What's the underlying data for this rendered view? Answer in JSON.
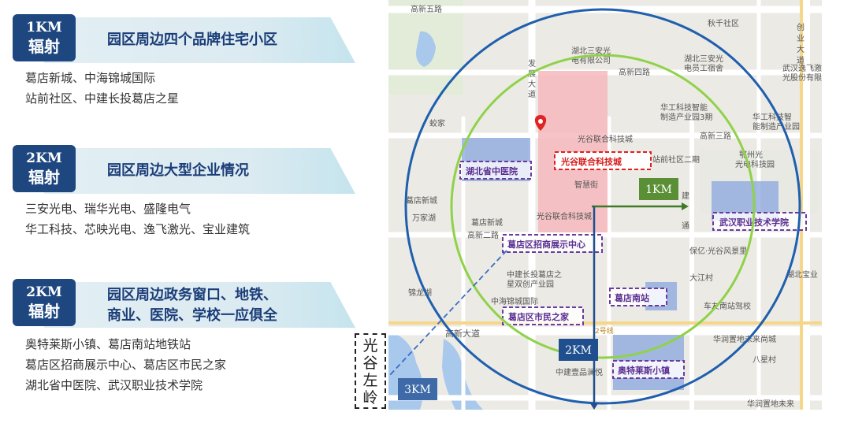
{
  "sections": [
    {
      "tag_dist": "1KM",
      "tag_word": "辐射",
      "title_lines": [
        "园区周边四个品牌住宅小区"
      ],
      "desc_lines": [
        "葛店新城、中海锦城国际",
        "站前社区、中建长投葛店之星"
      ]
    },
    {
      "tag_dist": "2KM",
      "tag_word": "辐射",
      "title_lines": [
        "园区周边大型企业情况"
      ],
      "desc_lines": [
        "三安光电、瑞华光电、盛隆电气",
        "华工科技、芯映光电、逸飞激光、宝业建筑"
      ]
    },
    {
      "tag_dist": "2KM",
      "tag_word": "辐射",
      "title_lines": [
        "园区周边政务窗口、地铁、",
        "商业、医院、学校一应俱全"
      ],
      "desc_lines": [
        "奥特莱斯小镇、葛店南站地铁站",
        "葛店区招商展示中心、葛店区市民之家",
        "湖北省中医院、武汉职业技术学院"
      ]
    }
  ],
  "side_label": [
    "光",
    "谷",
    "左",
    "岭"
  ],
  "map": {
    "radius_labels": {
      "r1": "1KM",
      "r2": "2KM",
      "r3": "3KM"
    },
    "highlights": {
      "center": "光谷联合科技城",
      "hospital": "湖北省中医院",
      "college": "武汉职业技术学院",
      "exhibition": "葛店区招商展示中心",
      "civic": "葛店区市民之家",
      "station": "葛店南站",
      "outlets": "奥特莱斯小镇"
    },
    "roads": {
      "gaoxin5": "高新五路",
      "gaoxin4": "高新四路",
      "gaoxin3": "高新三路",
      "gaoxin2": "高新二路",
      "gaoxin_blvd": "高新大道",
      "gaoxin_blvd_l": "高新大道",
      "chuangye_1": "创",
      "chuangye_2": "业",
      "chuangye_3": "大",
      "chuangye_4": "道",
      "fazhan_1": "发",
      "fazhan_2": "展",
      "fazhan_3": "大",
      "fazhan_4": "道",
      "zhihui": "智慧街",
      "line2": "2号线",
      "gaoxin_partial": "高新"
    },
    "places": {
      "qiuqian": "秋千社区",
      "sanan1_a": "湖北三安光",
      "sanan1_b": "电有限公司",
      "sanan2_a": "湖北三安光",
      "sanan2_b": "电员工宿舍",
      "yifei_a": "武汉逸飞激",
      "yifei_b": "光股份有限",
      "hg_a": "华工科技智能",
      "hg_b": "制造产业园3期",
      "hg2_a": "华工科技智",
      "hg2_b": "能制造产业园",
      "ezhou_a": "鄂州光",
      "ezhou_b": "光电科技园",
      "gk_center": "光谷联合科技城",
      "gk_lower": "光谷联合科技城",
      "zhanqian": "站前社区二期",
      "gedian_xincheng": "葛店新城",
      "gedian_xincheng2": "葛店新城",
      "wanjiahu": "万家湖",
      "jiao": "蛟家",
      "zhongjian_a": "中建长投葛店之",
      "zhongjian_b": "星双创产业园",
      "zhonghai": "中海锦城国际",
      "jinlong": "锦龙湖",
      "dajiang": "大江村",
      "baoyi": "保亿·光谷风景里",
      "hubei_baoye": "湖北宝业",
      "cheyou": "车友南站驾校",
      "huarun": "华润置地未来尚城",
      "zhongjian_hp": "中建壹品澜悦",
      "baling": "八星村",
      "huarun2": "华润置地未来",
      "jian": "建",
      "tong": "通",
      "gaoxin_s": "高新"
    }
  }
}
